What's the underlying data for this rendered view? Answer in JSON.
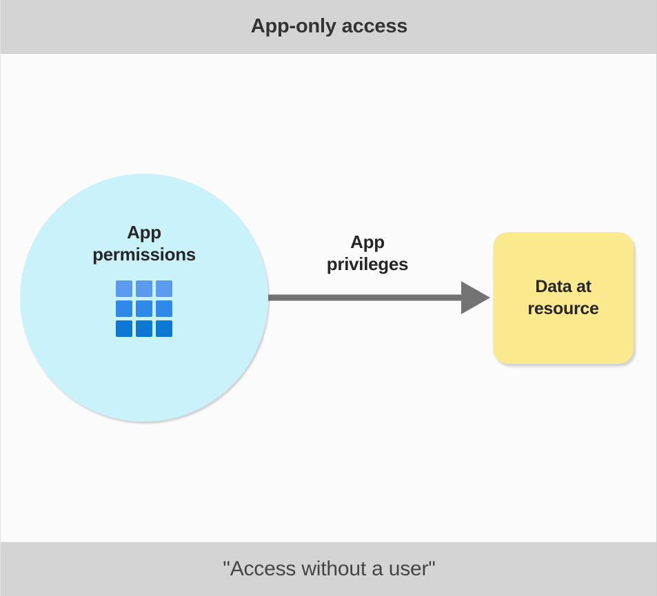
{
  "diagram": {
    "header": {
      "title": "App-only access"
    },
    "footer": {
      "caption": "\"Access without a user\""
    },
    "nodes": {
      "app_permissions": {
        "label": "App\npermissions",
        "shape": "circle",
        "fill_color": "#C9F2FB",
        "icon": "app-grid-icon",
        "icon_colors": [
          "#5B9BEF",
          "#2F89E8",
          "#0D78D4"
        ]
      },
      "data_resource": {
        "label": "Data at\nresource",
        "shape": "rounded-rectangle",
        "fill_color": "#FBE98E"
      }
    },
    "edges": [
      {
        "label": "App\nprivileges",
        "from": "app_permissions",
        "to": "data_resource",
        "color": "#737373",
        "start_marker": "circle",
        "end_marker": "arrow"
      }
    ],
    "colors": {
      "band_background": "#D4D4D4",
      "canvas_background": "#FBFBFB",
      "text": "#262626",
      "header_text": "#333333",
      "footer_text": "#454545",
      "connector": "#737373"
    }
  }
}
